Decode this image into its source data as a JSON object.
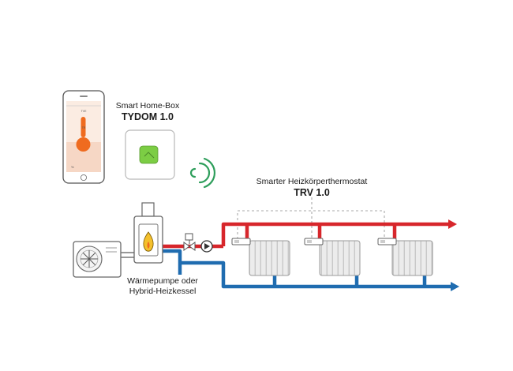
{
  "hub": {
    "label": "Smart Home-Box",
    "model": "TYDOM 1.0"
  },
  "thermostat": {
    "label": "Smarter Heizkörperthermostat",
    "model": "TRV 1.0"
  },
  "heat_source": {
    "label_line1": "Wärmepumpe oder",
    "label_line2": "Hybrid-Heizkessel"
  },
  "phone_screen": {
    "header": "TVE",
    "temp": "TR",
    "footer": "%"
  },
  "colors": {
    "supply": "#d7262b",
    "return": "#1f6cb0",
    "accent": "#ef6b1f",
    "hub_button": "#7ccd44"
  }
}
